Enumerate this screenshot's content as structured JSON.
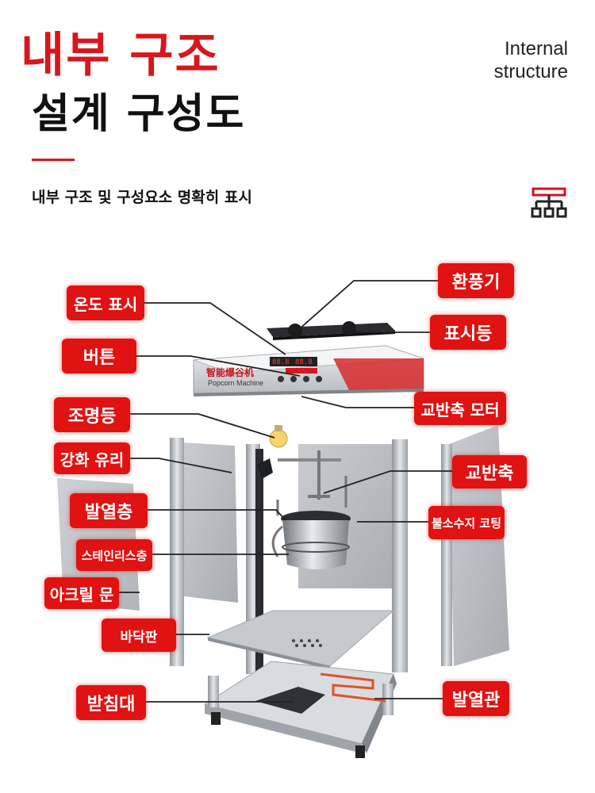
{
  "header": {
    "title_line1": "내부 구조",
    "title_line2": "설계 구성도",
    "english_line1": "Internal",
    "english_line2": "structure",
    "subtitle": "내부 구조 및 구성요소 명확히 표시"
  },
  "machine": {
    "brand_cn": "智能爆谷机",
    "brand_en": "Popcorn Machine",
    "display_left": "88.8",
    "display_right": "88.8"
  },
  "labels": {
    "fan": "환풍기",
    "indicator_light": "표시등",
    "temp_display": "온도 표시",
    "button": "버튼",
    "stir_motor": "교반축 모터",
    "lighting": "조명등",
    "tempered_glass": "강화 유리",
    "stir_shaft": "교반축",
    "heating_layer": "발열층",
    "teflon_coating": "불소수지 코팅",
    "stainless_layer": "스테인리스층",
    "acrylic_door": "아크릴 문",
    "base_plate": "바닥판",
    "stand": "받침대",
    "heating_tube": "발열관"
  },
  "colors": {
    "accent": "#d8161c",
    "tag": "#e01212"
  },
  "icons": {
    "structure": "structure-icon"
  }
}
